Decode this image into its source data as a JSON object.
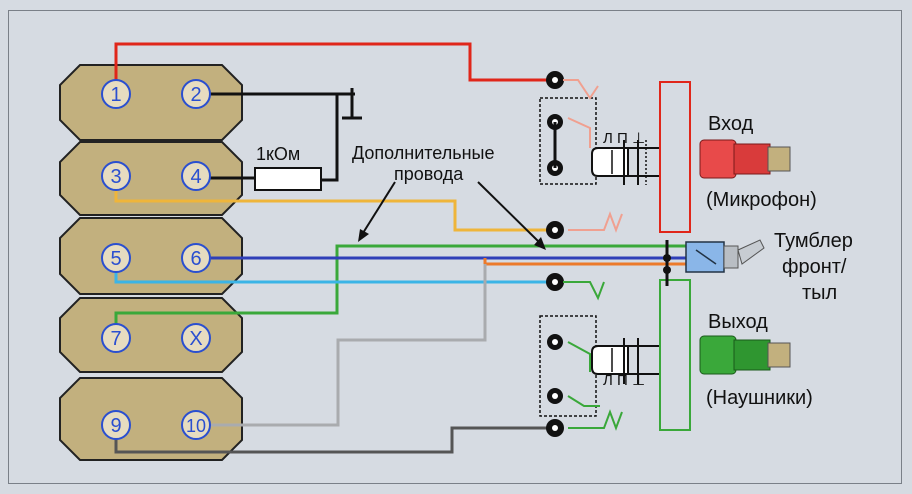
{
  "colors": {
    "background": "#d6dbe2",
    "block_fill": "#c2b07e",
    "pin_stroke": "#2a4fd0",
    "red": "#e0261a",
    "black": "#111111",
    "yellow": "#efb53a",
    "green": "#3aa83a",
    "blue": "#2f3fb8",
    "light_blue": "#3bb4e6",
    "orange": "#ec7a2a",
    "gray": "#a9abae",
    "dark_gray": "#555555",
    "pink": "#f0a090",
    "light_green": "#7ed07a"
  },
  "pins": {
    "p1": "1",
    "p2": "2",
    "p3": "3",
    "p4": "4",
    "p5": "5",
    "p6": "6",
    "p7": "7",
    "px": "X",
    "p9": "9",
    "p10": "10"
  },
  "labels": {
    "resistor": "1кОм",
    "extra_wires_line1": "Дополнительные",
    "extra_wires_line2": "провода",
    "input_title": "Вход",
    "input_sub": "(Микрофон)",
    "switch_line1": "Тумблер",
    "switch_line2": "фронт/",
    "switch_line3": "тыл",
    "output_title": "Выход",
    "output_sub": "(Наушники)",
    "jack_top": "Л П ⊥",
    "jack_bottom": "Л П ⊥"
  }
}
